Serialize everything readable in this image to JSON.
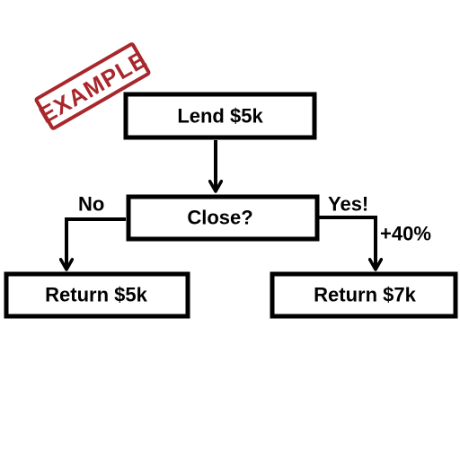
{
  "stamp": {
    "text": "EXAMPLE",
    "color": "#a8272c"
  },
  "nodes": {
    "lend": {
      "label": "Lend $5k"
    },
    "decision": {
      "label": "Close?"
    },
    "return_no": {
      "label": "Return $5k"
    },
    "return_yes": {
      "label": "Return $7k"
    }
  },
  "edges": {
    "no_label": "No",
    "yes_label": "Yes!",
    "yes_annotation": "+40%"
  },
  "colors": {
    "stroke": "#000000",
    "background": "#ffffff"
  }
}
